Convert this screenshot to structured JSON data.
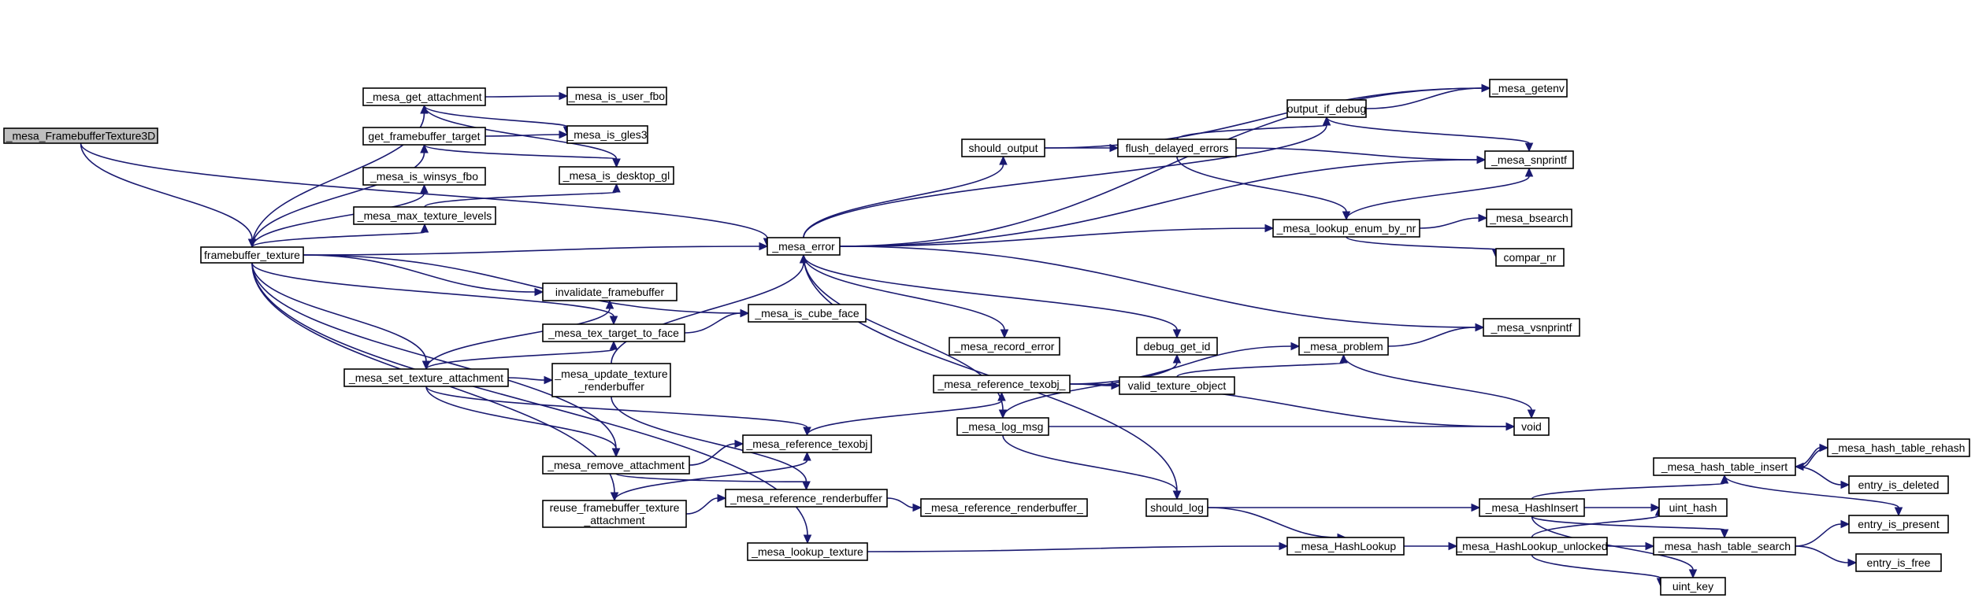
{
  "diagram": {
    "nodes": [
      {
        "id": "framebufferTexture3D",
        "lines": [
          "_mesa_FramebufferTexture3D"
        ],
        "root": true
      },
      {
        "id": "framebuffer_texture",
        "lines": [
          "framebuffer_texture"
        ]
      },
      {
        "id": "get_attachment",
        "lines": [
          "_mesa_get_attachment"
        ]
      },
      {
        "id": "get_fb_target",
        "lines": [
          "get_framebuffer_target"
        ]
      },
      {
        "id": "is_winsys_fbo",
        "lines": [
          "_mesa_is_winsys_fbo"
        ]
      },
      {
        "id": "max_tex_levels",
        "lines": [
          "_mesa_max_texture_levels"
        ]
      },
      {
        "id": "is_user_fbo",
        "lines": [
          "_mesa_is_user_fbo"
        ]
      },
      {
        "id": "is_gles3",
        "lines": [
          "_mesa_is_gles3"
        ]
      },
      {
        "id": "is_desktop_gl",
        "lines": [
          "_mesa_is_desktop_gl"
        ]
      },
      {
        "id": "invalidate_fb",
        "lines": [
          "invalidate_framebuffer"
        ]
      },
      {
        "id": "tex_target_to_face",
        "lines": [
          "_mesa_tex_target_to_face"
        ]
      },
      {
        "id": "set_tex_attach",
        "lines": [
          "_mesa_set_texture_attachment"
        ]
      },
      {
        "id": "update_tex_rb",
        "lines": [
          "_mesa_update_texture",
          "_renderbuffer"
        ]
      },
      {
        "id": "remove_attach",
        "lines": [
          "_mesa_remove_attachment"
        ]
      },
      {
        "id": "reuse_fb_tex",
        "lines": [
          "reuse_framebuffer_texture",
          "_attachment"
        ]
      },
      {
        "id": "mesa_error",
        "lines": [
          "_mesa_error"
        ]
      },
      {
        "id": "is_cube_face",
        "lines": [
          "_mesa_is_cube_face"
        ]
      },
      {
        "id": "ref_texobj",
        "lines": [
          "_mesa_reference_texobj"
        ]
      },
      {
        "id": "ref_rb",
        "lines": [
          "_mesa_reference_renderbuffer"
        ]
      },
      {
        "id": "lookup_texture",
        "lines": [
          "_mesa_lookup_texture"
        ]
      },
      {
        "id": "should_output",
        "lines": [
          "should_output"
        ]
      },
      {
        "id": "record_error",
        "lines": [
          "_mesa_record_error"
        ]
      },
      {
        "id": "ref_texobj_",
        "lines": [
          "_mesa_reference_texobj_"
        ]
      },
      {
        "id": "log_msg",
        "lines": [
          "_mesa_log_msg"
        ]
      },
      {
        "id": "ref_rb_",
        "lines": [
          "_mesa_reference_renderbuffer_"
        ]
      },
      {
        "id": "flush_delayed",
        "lines": [
          "flush_delayed_errors"
        ]
      },
      {
        "id": "debug_get_id",
        "lines": [
          "debug_get_id"
        ]
      },
      {
        "id": "valid_tex_obj",
        "lines": [
          "valid_texture_object"
        ]
      },
      {
        "id": "should_log",
        "lines": [
          "should_log"
        ]
      },
      {
        "id": "output_if_debug",
        "lines": [
          "output_if_debug"
        ]
      },
      {
        "id": "lookup_enum",
        "lines": [
          "_mesa_lookup_enum_by_nr"
        ]
      },
      {
        "id": "mesa_problem",
        "lines": [
          "_mesa_problem"
        ]
      },
      {
        "id": "hash_lookup",
        "lines": [
          "_mesa_HashLookup"
        ]
      },
      {
        "id": "mesa_getenv",
        "lines": [
          "_mesa_getenv"
        ]
      },
      {
        "id": "mesa_snprintf",
        "lines": [
          "_mesa_snprintf"
        ]
      },
      {
        "id": "mesa_bsearch",
        "lines": [
          "_mesa_bsearch"
        ]
      },
      {
        "id": "compar_nr",
        "lines": [
          "compar_nr"
        ]
      },
      {
        "id": "mesa_vsnprintf",
        "lines": [
          "_mesa_vsnprintf"
        ]
      },
      {
        "id": "void",
        "lines": [
          "void"
        ]
      },
      {
        "id": "hash_insert",
        "lines": [
          "_mesa_HashInsert"
        ]
      },
      {
        "id": "hash_lookup_unlocked",
        "lines": [
          "_mesa_HashLookup_unlocked"
        ]
      },
      {
        "id": "ht_insert",
        "lines": [
          "_mesa_hash_table_insert"
        ]
      },
      {
        "id": "ht_rehash",
        "lines": [
          "_mesa_hash_table_rehash"
        ]
      },
      {
        "id": "entry_is_deleted",
        "lines": [
          "entry_is_deleted"
        ]
      },
      {
        "id": "uint_hash",
        "lines": [
          "uint_hash"
        ]
      },
      {
        "id": "entry_is_present",
        "lines": [
          "entry_is_present"
        ]
      },
      {
        "id": "ht_search",
        "lines": [
          "_mesa_hash_table_search"
        ]
      },
      {
        "id": "entry_is_free",
        "lines": [
          "entry_is_free"
        ]
      },
      {
        "id": "uint_key",
        "lines": [
          "uint_key"
        ]
      }
    ],
    "edges": [
      [
        "framebufferTexture3D",
        "framebuffer_texture"
      ],
      [
        "framebufferTexture3D",
        "mesa_error"
      ],
      [
        "framebuffer_texture",
        "get_attachment"
      ],
      [
        "framebuffer_texture",
        "get_fb_target"
      ],
      [
        "framebuffer_texture",
        "is_winsys_fbo"
      ],
      [
        "framebuffer_texture",
        "max_tex_levels"
      ],
      [
        "framebuffer_texture",
        "mesa_error"
      ],
      [
        "framebuffer_texture",
        "invalidate_fb"
      ],
      [
        "framebuffer_texture",
        "tex_target_to_face"
      ],
      [
        "framebuffer_texture",
        "is_cube_face"
      ],
      [
        "framebuffer_texture",
        "set_tex_attach"
      ],
      [
        "framebuffer_texture",
        "remove_attach"
      ],
      [
        "framebuffer_texture",
        "reuse_fb_tex"
      ],
      [
        "framebuffer_texture",
        "lookup_texture"
      ],
      [
        "get_attachment",
        "is_user_fbo"
      ],
      [
        "get_attachment",
        "is_gles3"
      ],
      [
        "get_attachment",
        "is_desktop_gl"
      ],
      [
        "get_fb_target",
        "is_gles3"
      ],
      [
        "get_fb_target",
        "is_desktop_gl"
      ],
      [
        "max_tex_levels",
        "is_desktop_gl"
      ],
      [
        "tex_target_to_face",
        "is_cube_face"
      ],
      [
        "set_tex_attach",
        "invalidate_fb"
      ],
      [
        "set_tex_attach",
        "tex_target_to_face"
      ],
      [
        "set_tex_attach",
        "update_tex_rb"
      ],
      [
        "set_tex_attach",
        "remove_attach"
      ],
      [
        "set_tex_attach",
        "ref_texobj"
      ],
      [
        "update_tex_rb",
        "mesa_error"
      ],
      [
        "update_tex_rb",
        "ref_rb"
      ],
      [
        "remove_attach",
        "ref_texobj"
      ],
      [
        "remove_attach",
        "ref_rb"
      ],
      [
        "reuse_fb_tex",
        "ref_texobj"
      ],
      [
        "reuse_fb_tex",
        "ref_rb"
      ],
      [
        "ref_texobj",
        "ref_texobj_"
      ],
      [
        "ref_rb",
        "ref_rb_"
      ],
      [
        "lookup_texture",
        "hash_lookup"
      ],
      [
        "mesa_error",
        "output_if_debug"
      ],
      [
        "mesa_error",
        "mesa_getenv"
      ],
      [
        "mesa_error",
        "should_output"
      ],
      [
        "mesa_error",
        "mesa_snprintf"
      ],
      [
        "mesa_error",
        "lookup_enum"
      ],
      [
        "mesa_error",
        "record_error"
      ],
      [
        "mesa_error",
        "debug_get_id"
      ],
      [
        "mesa_error",
        "mesa_vsnprintf"
      ],
      [
        "mesa_error",
        "log_msg"
      ],
      [
        "mesa_error",
        "should_log"
      ],
      [
        "should_output",
        "flush_delayed"
      ],
      [
        "should_output",
        "mesa_getenv"
      ],
      [
        "flush_delayed",
        "output_if_debug"
      ],
      [
        "flush_delayed",
        "mesa_snprintf"
      ],
      [
        "flush_delayed",
        "lookup_enum"
      ],
      [
        "output_if_debug",
        "mesa_getenv"
      ],
      [
        "output_if_debug",
        "mesa_snprintf"
      ],
      [
        "lookup_enum",
        "mesa_snprintf"
      ],
      [
        "lookup_enum",
        "mesa_bsearch"
      ],
      [
        "lookup_enum",
        "compar_nr"
      ],
      [
        "ref_texobj_",
        "valid_tex_obj"
      ],
      [
        "ref_texobj_",
        "mesa_problem"
      ],
      [
        "ref_texobj_",
        "void"
      ],
      [
        "valid_tex_obj",
        "mesa_problem"
      ],
      [
        "mesa_problem",
        "mesa_vsnprintf"
      ],
      [
        "mesa_problem",
        "void"
      ],
      [
        "log_msg",
        "debug_get_id"
      ],
      [
        "log_msg",
        "void"
      ],
      [
        "log_msg",
        "should_log"
      ],
      [
        "should_log",
        "hash_insert"
      ],
      [
        "should_log",
        "hash_lookup"
      ],
      [
        "hash_lookup",
        "hash_lookup_unlocked"
      ],
      [
        "hash_insert",
        "ht_insert"
      ],
      [
        "hash_insert",
        "uint_hash"
      ],
      [
        "hash_insert",
        "ht_search"
      ],
      [
        "hash_insert",
        "uint_key"
      ],
      [
        "hash_lookup_unlocked",
        "uint_hash"
      ],
      [
        "hash_lookup_unlocked",
        "ht_search"
      ],
      [
        "hash_lookup_unlocked",
        "uint_key"
      ],
      [
        "ht_insert",
        "ht_rehash"
      ],
      [
        "ht_insert",
        "entry_is_deleted"
      ],
      [
        "ht_insert",
        "entry_is_present"
      ],
      [
        "ht_rehash",
        "ht_insert"
      ],
      [
        "ht_search",
        "entry_is_present"
      ],
      [
        "ht_search",
        "entry_is_free"
      ]
    ]
  }
}
